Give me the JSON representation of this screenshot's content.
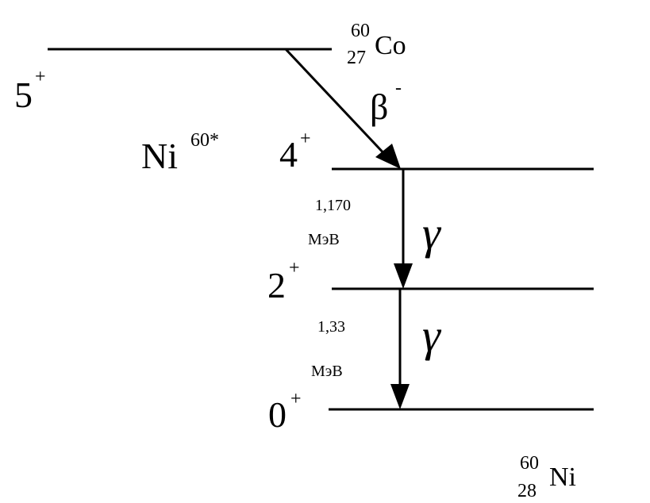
{
  "parent": {
    "mass_number": "60",
    "atomic_number": "27",
    "symbol": "Co",
    "spin": "5",
    "parity": "+"
  },
  "intermediate": {
    "symbol": "Ni",
    "superscript": "60*"
  },
  "daughter": {
    "mass_number": "60",
    "atomic_number": "28",
    "symbol": "Ni"
  },
  "levels": [
    {
      "spin": "4",
      "parity": "+"
    },
    {
      "spin": "2",
      "parity": "+"
    },
    {
      "spin": "0",
      "parity": "+"
    }
  ],
  "transitions": {
    "beta": {
      "symbol": "β",
      "sign": "-"
    },
    "gamma1": {
      "symbol": "γ",
      "energy": "1,170",
      "unit": "МэВ"
    },
    "gamma2": {
      "symbol": "γ",
      "energy": "1,33",
      "unit": "МэВ"
    }
  },
  "colors": {
    "ink": "#000000",
    "background": "#ffffff"
  }
}
